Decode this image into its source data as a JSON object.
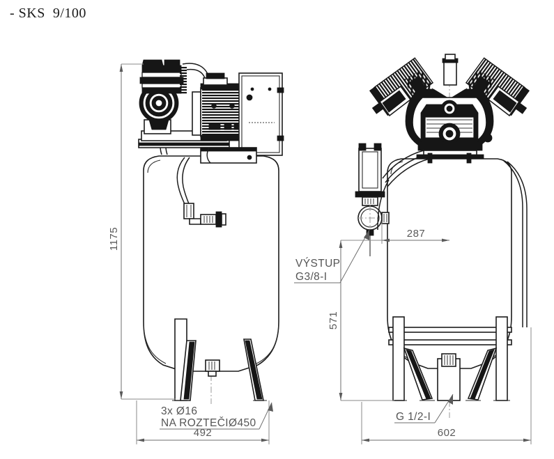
{
  "document": {
    "title": "- SKS  9/100",
    "type": "technical-drawing",
    "subject": "vertical air compressor assembly drawing",
    "views": [
      "side-view",
      "front-view"
    ],
    "background_color": "#ffffff",
    "line_color": "#1c1c1c",
    "dimension_color": "#6e6e6e"
  },
  "dimensions": {
    "height_total": "1175",
    "width_side_view": "492",
    "width_front_view": "602",
    "outlet_height": "571",
    "outlet_offset": "287"
  },
  "annotations": {
    "hole_pattern_line1": "3x Ø16",
    "hole_pattern_line2": "NA ROZTEČIØ450",
    "outlet_line1": "VÝSTUP",
    "outlet_line2": "G3/8-I",
    "drain_port": "G 1/2-I"
  }
}
